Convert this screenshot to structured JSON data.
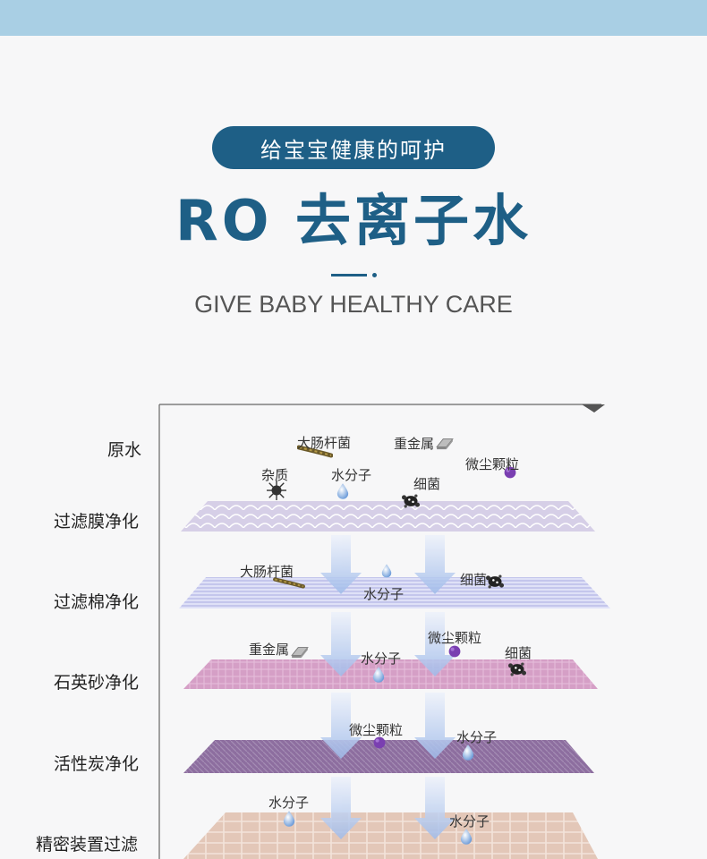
{
  "badge": "给宝宝健康的呵护",
  "title": "RO 去离子水",
  "subtitle": "GIVE BABY HEALTHY CARE",
  "stages": [
    {
      "label": "原水"
    },
    {
      "label": "过滤膜净化"
    },
    {
      "label": "过滤棉净化"
    },
    {
      "label": "石英砂净化"
    },
    {
      "label": "活性炭净化"
    },
    {
      "label": "精密装置过滤"
    }
  ],
  "items": {
    "e_coli": "大肠杆菌",
    "heavy_metal": "重金属",
    "dust_particle": "微尘颗粒",
    "impurity": "杂质",
    "water_molecule": "水分子",
    "bacteria": "细菌"
  },
  "colors": {
    "brand": "#1e5f86",
    "top_bar": "#a9cfe4",
    "arrow": "#a9c4ee",
    "membrane": "#d6cfe7",
    "cotton": "#c9cdf0",
    "quartz_sand": "#d59fc6",
    "activated_carbon": "#8d6e9f",
    "precision_filter": "#e3c7b8"
  }
}
